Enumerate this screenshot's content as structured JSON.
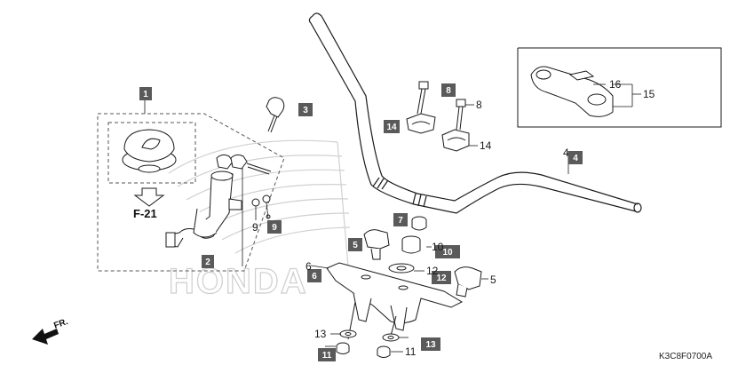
{
  "diagram": {
    "watermark": "HONDA",
    "reference": "F-21",
    "direction": "FR.",
    "code": "K3C8F0700A",
    "colors": {
      "box": "#5a5a5a",
      "line": "#1a1a1a",
      "watermark": "#c9c9c9"
    },
    "boxed_labels": [
      "1",
      "2",
      "3",
      "4",
      "5",
      "6",
      "7",
      "8",
      "9",
      "10",
      "11",
      "12",
      "13",
      "14"
    ],
    "plain_labels": [
      "1",
      "2",
      "3",
      "4",
      "5",
      "6",
      "7",
      "8",
      "9",
      "10",
      "11",
      "12",
      "13",
      "14",
      "15",
      "16"
    ]
  }
}
